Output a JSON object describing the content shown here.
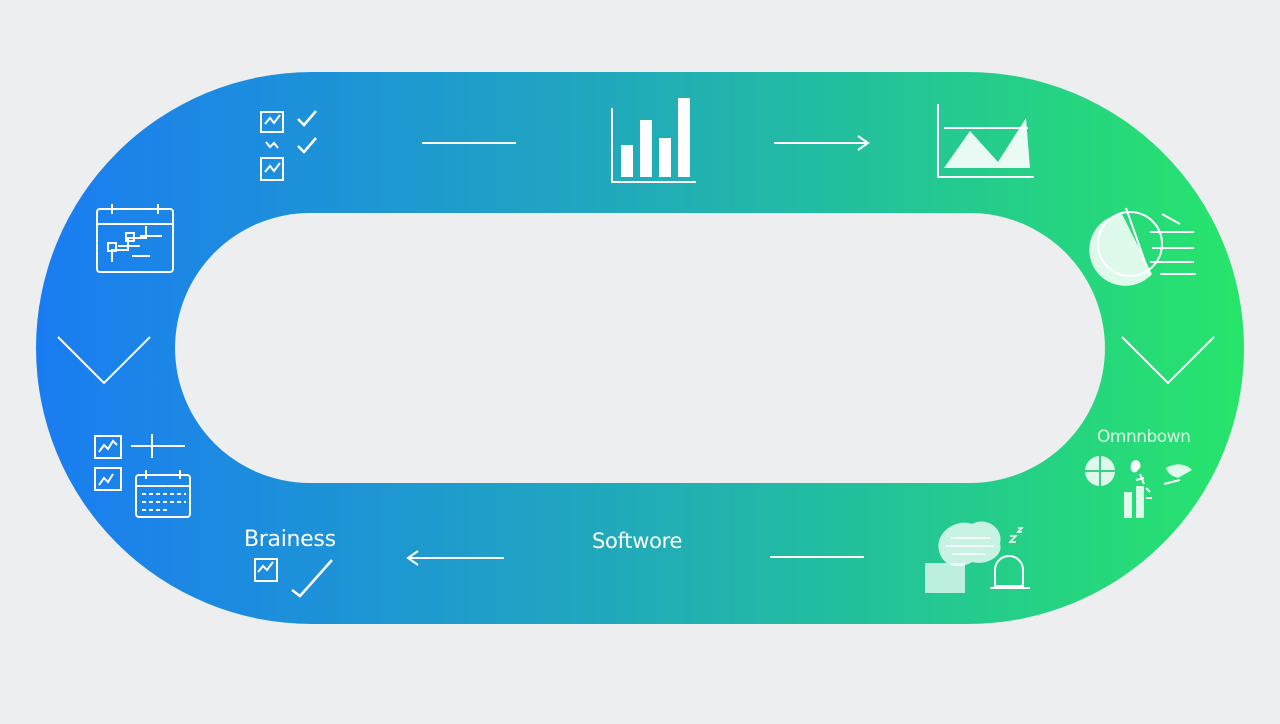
{
  "diagram": {
    "labels": {
      "business": "Brainess",
      "software": "Softwore",
      "download": "Omnnbown"
    },
    "colors": {
      "background": "#eceeef",
      "ring_start": "#1a7cf2",
      "ring_mid": "#20a6c0",
      "ring_end": "#27e56a",
      "icon": "#ffffff"
    },
    "icons": [
      "checklist-icon",
      "bar-chart-icon",
      "area-chart-icon",
      "calendar-flow-icon",
      "pie-chart-icon",
      "chevron-down-icon",
      "grid-calendar-icon",
      "analytics-cluster-icon",
      "brain-device-icon",
      "checkbox-icon"
    ]
  }
}
